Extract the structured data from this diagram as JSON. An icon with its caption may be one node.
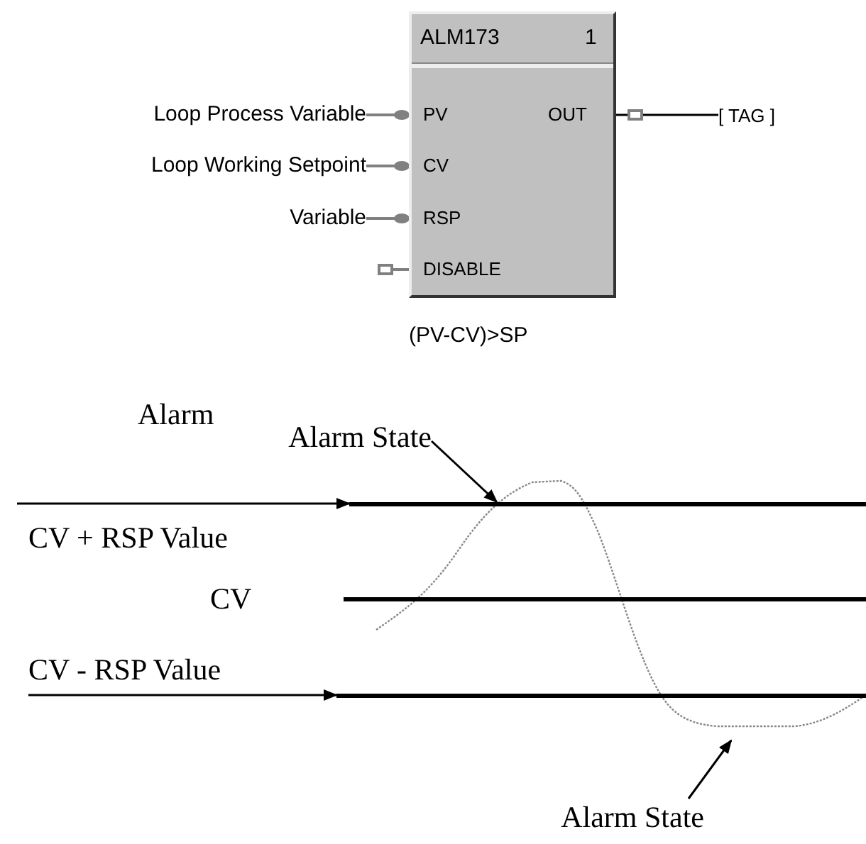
{
  "diagram": {
    "nodes": [
      {
        "text": [
          "ALM173",
          "1",
          "PV",
          "CV",
          "RSP",
          "DISABLE",
          "OUT"
        ],
        "beside": [
          "(PV-CV)>SP"
        ]
      },
      {
        "text": [
          "Loop Process Variable"
        ]
      },
      {
        "text": [
          "Loop Working Setpoint"
        ]
      },
      {
        "text": [
          "Variable"
        ]
      },
      {
        "text": [
          "[ TAG ]"
        ]
      },
      {
        "text": [
          "Alarm State"
        ]
      },
      {
        "text": [],
        "shape": "bar"
      },
      {
        "text": [],
        "shape": "bar"
      },
      {
        "text": [],
        "shape": "bar"
      },
      {
        "text": [
          "Alarm State"
        ]
      }
    ],
    "edges": [
      {
        "from": 1,
        "to": 0,
        "arrow": "other",
        "color": "#808080"
      },
      {
        "from": 2,
        "to": 0,
        "arrow": "other",
        "color": "#808080"
      },
      {
        "from": 3,
        "to": 0,
        "arrow": "other",
        "color": "#808080"
      },
      {
        "from": 0,
        "to": 4,
        "arrow": "other"
      },
      {
        "from": 5,
        "to": 6,
        "arrow": "to"
      },
      {
        "from": null,
        "to": 6,
        "arrow": "to"
      },
      {
        "from": null,
        "to": 8,
        "arrow": "to"
      },
      {
        "from": 9,
        "to": null,
        "arrow": "to"
      }
    ],
    "labels": [
      "Alarm",
      "CV + RSP Value",
      "CV",
      "CV - RSP Value"
    ]
  }
}
